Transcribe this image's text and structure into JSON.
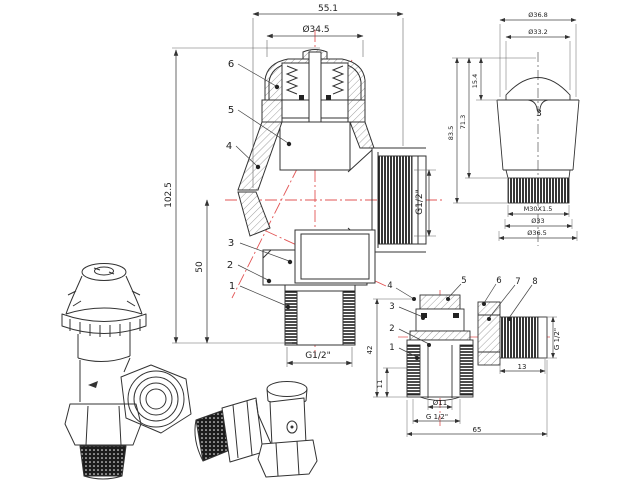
{
  "main": {
    "dims": {
      "top_width": "55.1",
      "cap_diameter": "Ø34.5",
      "total_height": "102.5",
      "lower_height": "50",
      "side_thread": "G1/2\"",
      "bottom_thread": "G1/2\""
    },
    "callouts": [
      "6",
      "5",
      "4",
      "3",
      "2",
      "1"
    ]
  },
  "head_detail": {
    "dims": {
      "outer_diameter": "Ø36.8",
      "cap_diameter": "Ø33.2",
      "cap_height": "15.4",
      "body_height": "71.3",
      "total_height": "83.5",
      "thread": "M30X1.5",
      "thread_diameter": "Ø33",
      "base_diameter": "Ø36.5"
    },
    "callout": "3"
  },
  "body_detail": {
    "callouts_top": [
      "4",
      "5",
      "6",
      "7",
      "8"
    ],
    "callouts_left": [
      "3",
      "2",
      "1"
    ],
    "dims": {
      "body_height": "42",
      "thread_height": "11",
      "bore_diameter": "Ø11",
      "bottom_thread": "G 1/2\"",
      "total_width": "65",
      "side_thread_length": "13",
      "side_thread": "G 1/2\""
    }
  },
  "colors": {
    "line": "#333333",
    "centerline": "#e25555",
    "background": "#ffffff"
  }
}
